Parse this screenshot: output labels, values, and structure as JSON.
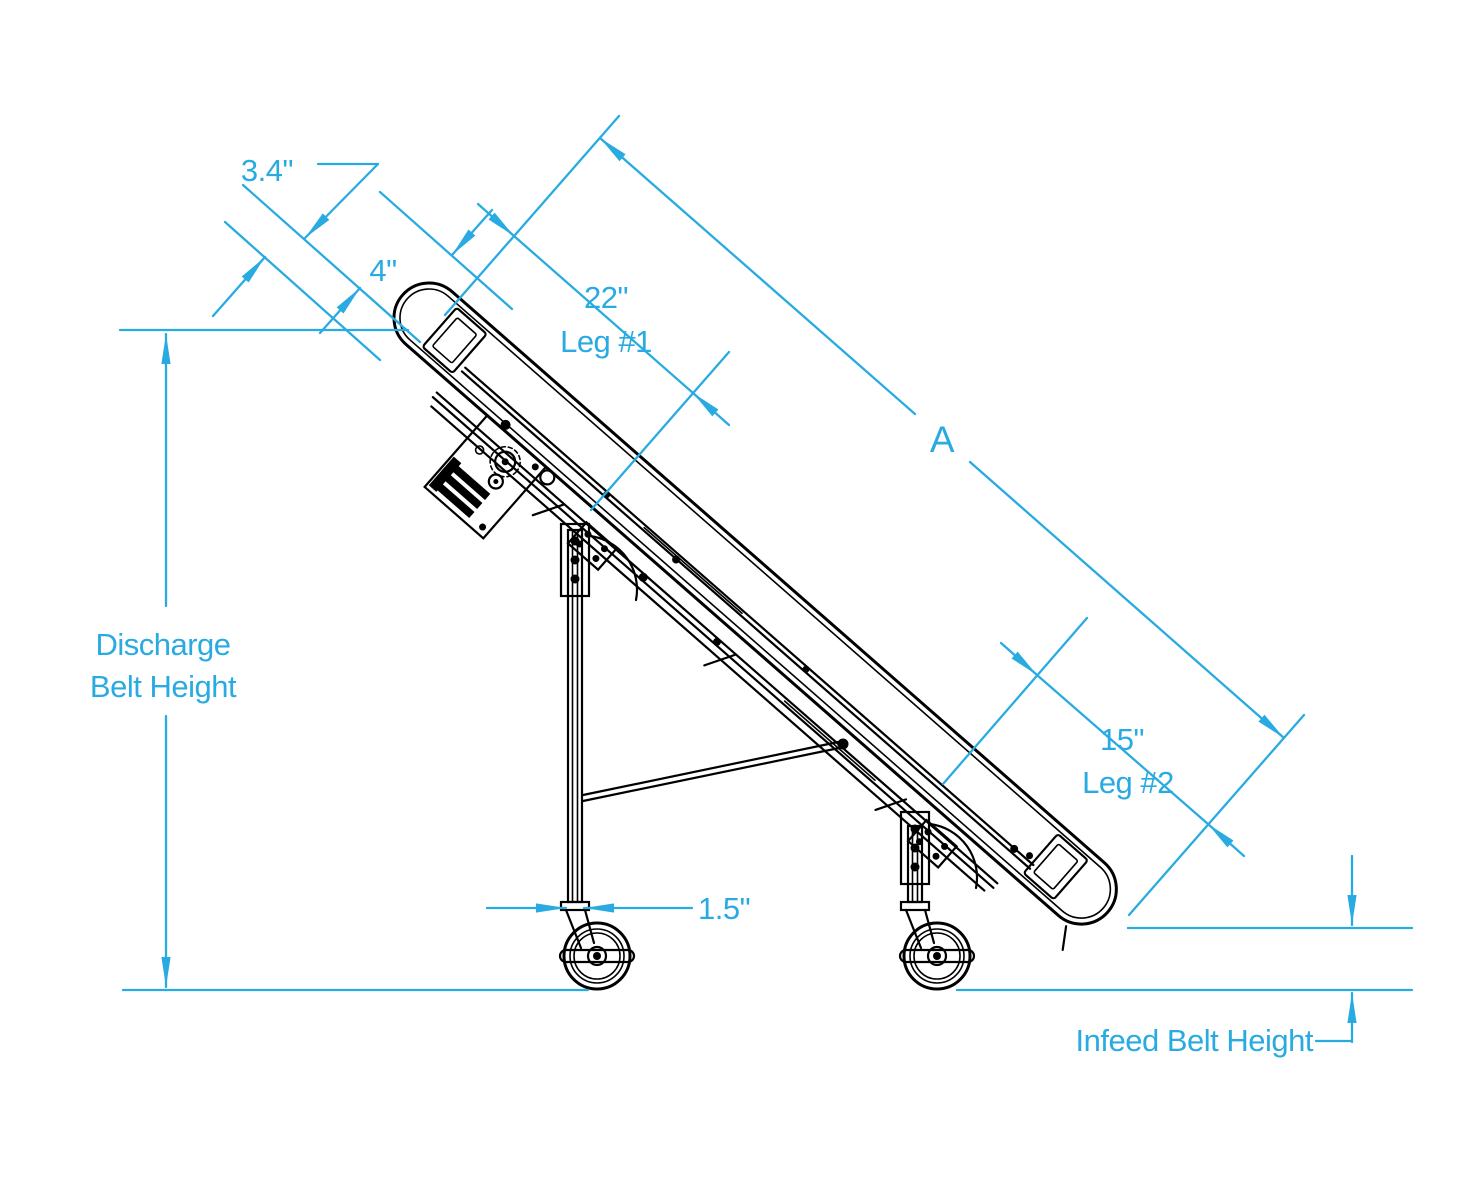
{
  "drawing": {
    "type": "inclined-belt-conveyor-side-view",
    "colors": {
      "dimension": "#29ABE2",
      "linework": "#000000",
      "background": "#FFFFFF"
    },
    "annotations": {
      "discharge_offset": "3.4\"",
      "frame_offset": "4\"",
      "leg1_distance": "22\"",
      "leg1_name": "Leg #1",
      "overall_length": "A",
      "leg2_distance": "15\"",
      "leg2_name": "Leg #2",
      "leg_thickness": "1.5\"",
      "discharge_height_line1": "Discharge",
      "discharge_height_line2": "Belt Height",
      "infeed_height_label": "Infeed Belt Height"
    }
  }
}
